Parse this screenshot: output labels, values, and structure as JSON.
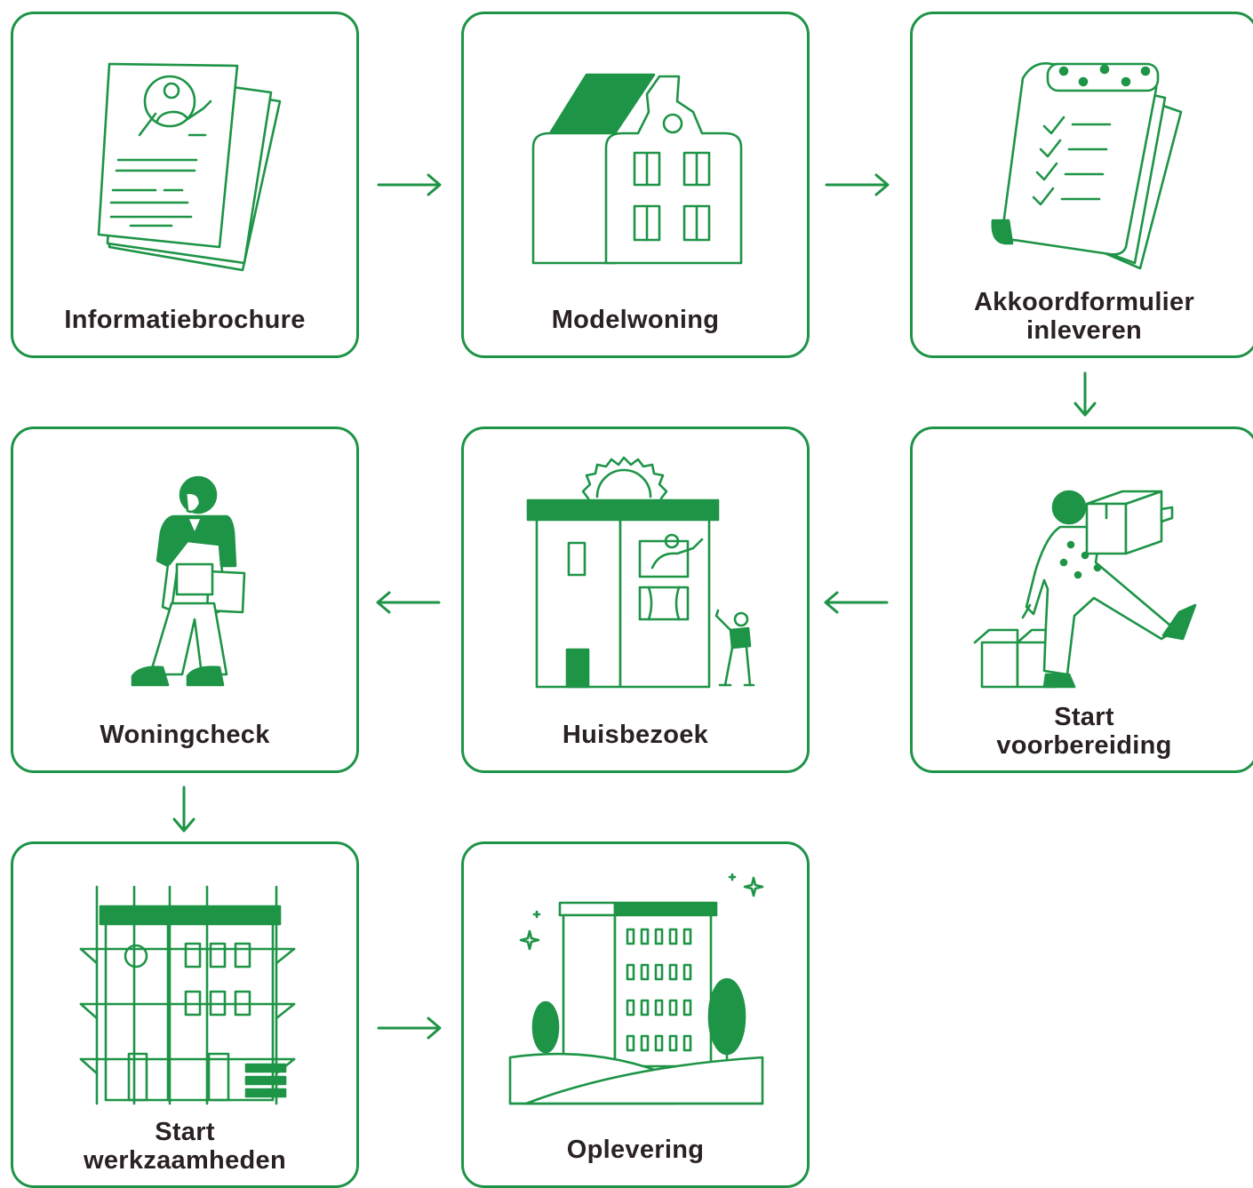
{
  "steps": [
    {
      "label_lines": [
        "Informatiebrochure"
      ]
    },
    {
      "label_lines": [
        "Modelwoning"
      ]
    },
    {
      "label_lines": [
        "Akkoordformulier",
        "inleveren"
      ]
    },
    {
      "label_lines": [
        "Start",
        "voorbereiding"
      ]
    },
    {
      "label_lines": [
        "Huisbezoek"
      ]
    },
    {
      "label_lines": [
        "Woningcheck"
      ]
    },
    {
      "label_lines": [
        "Start",
        "werkzaamheden"
      ]
    },
    {
      "label_lines": [
        "Oplevering"
      ]
    }
  ],
  "icons": [
    "brochure-icon",
    "model-house-icon",
    "checklist-form-icon",
    "moving-boxes-icon",
    "house-visit-icon",
    "inspector-icon",
    "scaffolding-icon",
    "finished-building-icon"
  ],
  "colors": {
    "accent": "#1e9447",
    "text": "#2a2222",
    "background": "#ffffff"
  }
}
